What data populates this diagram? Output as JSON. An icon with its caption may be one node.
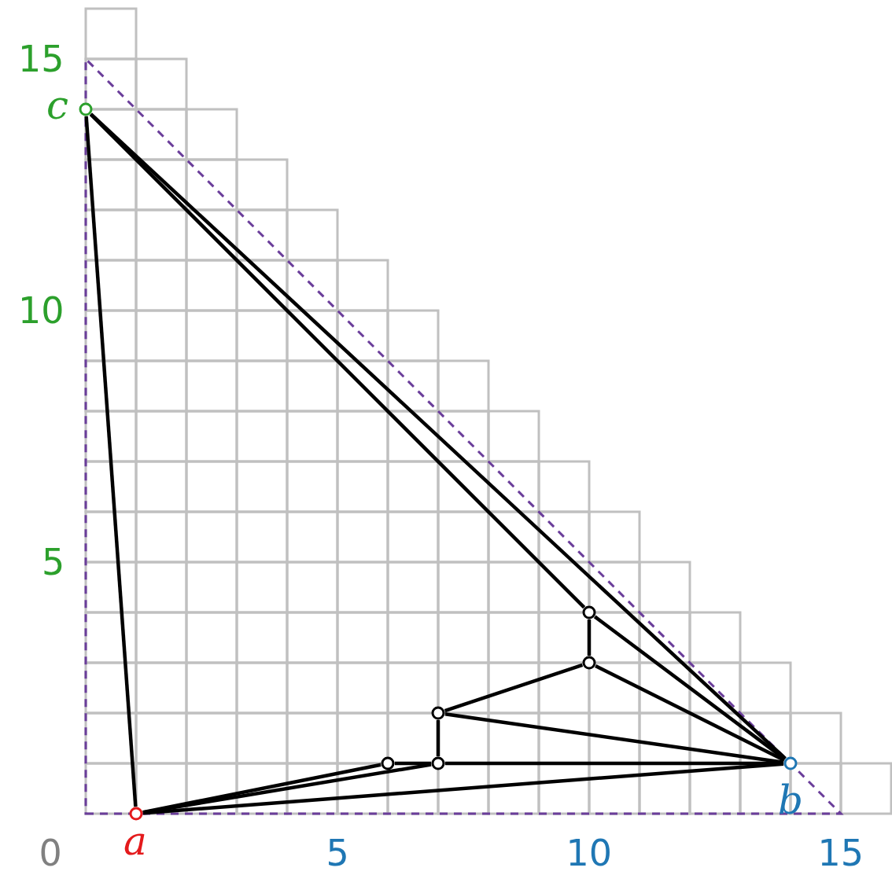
{
  "diagram": {
    "nodes": [
      {
        "text": [],
        "shape": "circle",
        "beside": [
          "c"
        ]
      },
      {
        "text": [],
        "shape": "circle"
      },
      {
        "text": [],
        "shape": "circle"
      },
      {
        "text": [],
        "shape": "circle"
      },
      {
        "text": [],
        "shape": "circle"
      },
      {
        "text": [],
        "shape": "circle"
      },
      {
        "text": [],
        "shape": "circle",
        "beside": [
          "b"
        ]
      },
      {
        "text": [],
        "shape": "circle",
        "beside": [
          "a"
        ]
      }
    ],
    "edges": [
      {
        "from": 0,
        "to": 7,
        "arrow": "none"
      },
      {
        "from": 0,
        "to": 6,
        "arrow": "none"
      },
      {
        "from": 0,
        "to": 1,
        "arrow": "none"
      },
      {
        "from": 1,
        "to": 6,
        "arrow": "none"
      },
      {
        "from": 1,
        "to": 2,
        "arrow": "none"
      },
      {
        "from": 2,
        "to": 6,
        "arrow": "none"
      },
      {
        "from": 2,
        "to": 3,
        "arrow": "none"
      },
      {
        "from": 3,
        "to": 6,
        "arrow": "none"
      },
      {
        "from": 3,
        "to": 5,
        "arrow": "none"
      },
      {
        "from": 4,
        "to": 5,
        "arrow": "none"
      },
      {
        "from": 5,
        "to": 6,
        "arrow": "none"
      },
      {
        "from": 7,
        "to": 4,
        "arrow": "none"
      },
      {
        "from": 7,
        "to": 5,
        "arrow": "none"
      },
      {
        "from": 7,
        "to": 6,
        "arrow": "none"
      }
    ],
    "labels": [
      "15",
      "10",
      "5",
      "0",
      "5",
      "10",
      "15"
    ]
  }
}
